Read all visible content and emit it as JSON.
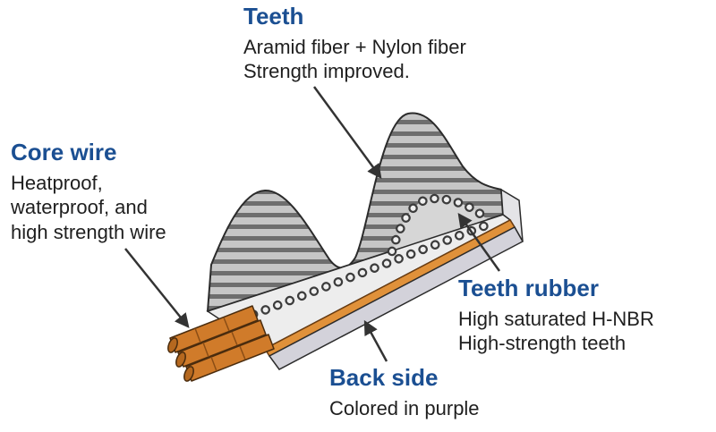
{
  "labels": {
    "teeth": {
      "title": "Teeth",
      "lines": [
        "Aramid fiber + Nylon fiber",
        "Strength improved."
      ]
    },
    "core_wire": {
      "title": "Core wire",
      "lines": [
        "Heatproof,",
        "waterproof, and",
        "high strength wire"
      ]
    },
    "teeth_rubber": {
      "title": "Teeth rubber",
      "lines": [
        "High saturated H-NBR",
        "High-strength teeth"
      ]
    },
    "back_side": {
      "title": "Back side",
      "lines": [
        "Colored in purple"
      ]
    }
  },
  "colors": {
    "label_title": "#1b4f92",
    "body_text": "#1f1f1f",
    "belt_stripe_light": "#c6c6c6",
    "belt_stripe_dark": "#6e6e6e",
    "core_wire_orange": "#d07b2a",
    "teeth_rubber_layer_orange": "#e0913a",
    "back_side_gray": "#d3d2da",
    "outline": "#2b2b2b",
    "arrow": "#333333"
  },
  "icons": {
    "teeth_arrow": "arrow-pointer",
    "core_wire_arrow": "arrow-pointer",
    "teeth_rubber_arrow": "arrow-pointer",
    "back_side_arrow": "arrow-pointer"
  }
}
